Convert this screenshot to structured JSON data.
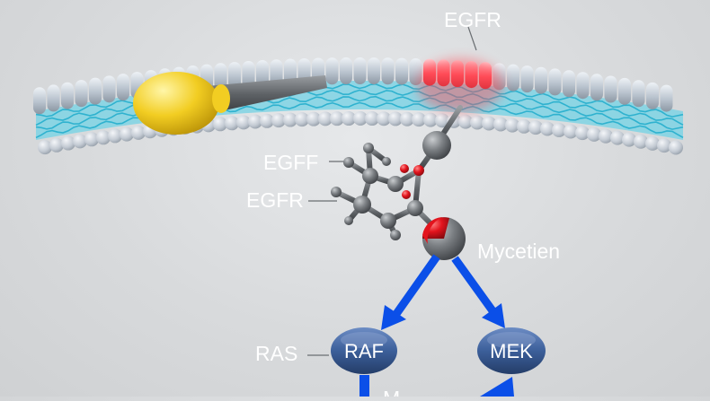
{
  "labels": {
    "egfr_top": "EGFR",
    "egff": "EGFF",
    "egfr_left": "EGFR",
    "mycetien": "Mycetien",
    "ras": "RAS",
    "raf": "RAF",
    "mek": "MEK",
    "partial_bottom": "M"
  },
  "colors": {
    "membrane_head": "#b9c3ce",
    "membrane_tail": "#55c6dc",
    "receptor_highlight": "#ff4b57",
    "ligand_yellow": "#f2cd22",
    "atom_grey": "#6f7377",
    "oxygen_red": "#e3141d",
    "arrow_blue": "#0b4fe8",
    "node_blue": "#3c5f9a",
    "label_white": "#ffffff"
  }
}
